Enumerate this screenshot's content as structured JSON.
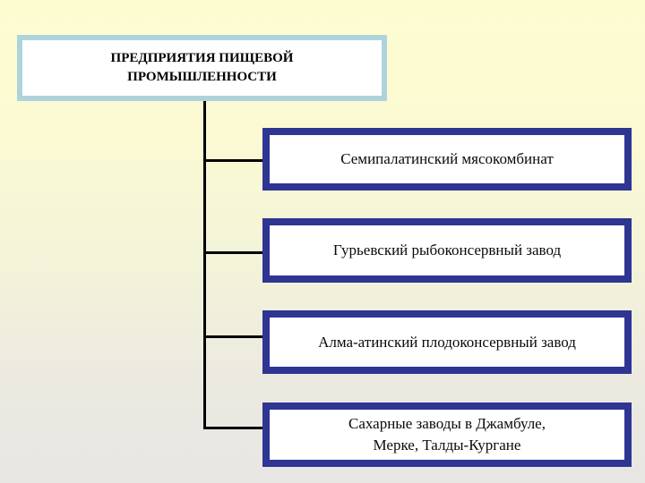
{
  "diagram": {
    "title_box": {
      "label": "ПРЕДПРИЯТИЯ ПИЩЕВОЙ\nПРОМЫШЛЕННОСТИ",
      "border_color": "#afd3dc",
      "background": "#ffffff",
      "text_color": "#000000"
    },
    "nodes": [
      {
        "label": "Семипалатинский мясокомбинат"
      },
      {
        "label": "Гурьевский рыбоконсервный завод"
      },
      {
        "label": "Алма-атинский плодоконсервный завод"
      },
      {
        "label": "Сахарные заводы в Джамбуле,\nМерке, Талды-Кургане"
      }
    ],
    "node_style": {
      "border_color": "#2f3592",
      "background": "#ffffff",
      "text_color": "#0a0a0a"
    },
    "connector_color": "#000000",
    "background_gradient": {
      "top": "#fdfcd1",
      "bottom": "#e7e6e3"
    }
  }
}
